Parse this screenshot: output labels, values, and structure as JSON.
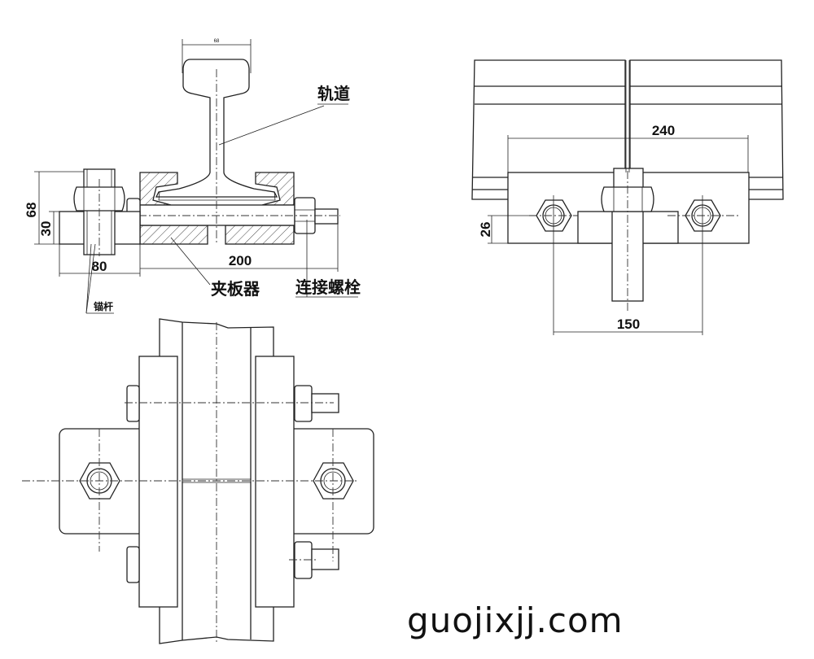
{
  "labels": {
    "rail": "轨道",
    "clamp": "夹板器",
    "connecting_bolt": "连接螺栓",
    "anchor_rod": "锚杆"
  },
  "dimensions": {
    "rail_head_width": "68",
    "height_68": "68",
    "height_30": "30",
    "width_80": "80",
    "width_200": "200",
    "width_240": "240",
    "height_26": "26",
    "width_150": "150"
  },
  "watermark": "guojixjj.com"
}
